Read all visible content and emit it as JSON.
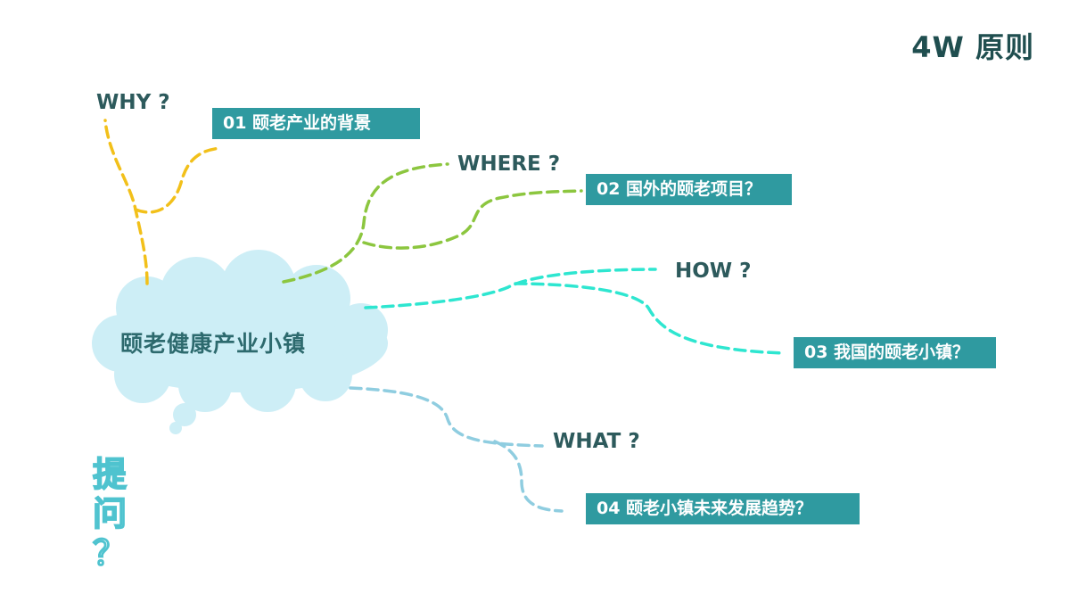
{
  "title": "4W 原则",
  "center": "颐老健康产业小镇",
  "side_text": [
    "提",
    "问",
    "？"
  ],
  "branches": [
    {
      "question": "WHY ?",
      "topic": "01 颐老产业的背景",
      "color": "#f2c01a"
    },
    {
      "question": "WHERE ?",
      "topic": "02 国外的颐老项目？",
      "color": "#8cc63f"
    },
    {
      "question": "HOW ?",
      "topic": "03 我国的颐老小镇？",
      "color": "#2ee6d0"
    },
    {
      "question": "WHAT ?",
      "topic": "04 颐老小镇未来发展趋势？",
      "color": "#8fcde0"
    }
  ],
  "colors": {
    "box_bg": "#2f9aa0",
    "question_text": "#2d5a5c",
    "cloud": "#cdeef6"
  }
}
